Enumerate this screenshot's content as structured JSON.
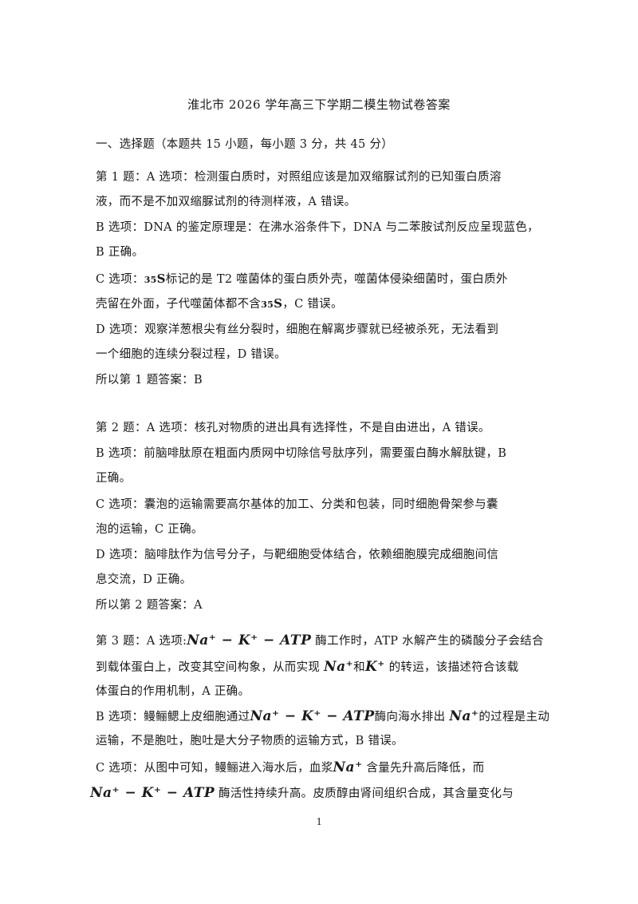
{
  "title": "淮北市 2026 学年高三下学期二模生物试卷答案",
  "section": "一、选择题（本题共 15 小题，每小题 3 分，共 45 分）",
  "q1": {
    "a1": "第 1 题：A 选项：检测蛋白质时，对照组应该是加双缩脲试剂的已知蛋白质溶",
    "a2": "液，而不是不加双缩脲试剂的待测样液，A 错误。",
    "b1": "B 选项：DNA 的鉴定原理是：在沸水浴条件下，DNA 与二苯胺试剂反应呈现蓝色，",
    "b2": "B 正确。",
    "c1_pre": "C 选项：",
    "c1_post": "标记的是 T2 噬菌体的蛋白质外壳，噬菌体侵染细菌时，蛋白质外",
    "c2_pre": "壳留在外面，子代噬菌体都不含",
    "c2_post": "，C 错误。",
    "iso_num": "35",
    "iso_sym": "S",
    "d1": "D 选项：观察洋葱根尖有丝分裂时，细胞在解离步骤就已经被杀死，无法看到",
    "d2": "一个细胞的连续分裂过程，D 错误。",
    "ans": "所以第 1 题答案：B"
  },
  "q2": {
    "a1": "第 2 题：A 选项：核孔对物质的进出具有选择性，不是自由进出，A 错误。",
    "b1": "B 选项：前脑啡肽原在粗面内质网中切除信号肽序列，需要蛋白酶水解肽键，B",
    "b2": "正确。",
    "c1": "C 选项：囊泡的运输需要高尔基体的加工、分类和包装，同时细胞骨架参与囊",
    "c2": "泡的运输，C 正确。",
    "d1": "D 选项：脑啡肽作为信号分子，与靶细胞受体结合，依赖细胞膜完成细胞间信",
    "d2": "息交流，D 正确。",
    "ans": "所以第 2 题答案：A"
  },
  "q3": {
    "pump": "Na⁺ − K⁺ − ATP",
    "na": "Na⁺",
    "k": "K⁺",
    "a1_pre": "第 3 题：A 选项:",
    "a1_post": " 酶工作时，ATP 水解产生的磷酸分子会结合",
    "a2_pre": "到载体蛋白上，改变其空间构象，从而实现 ",
    "a2_mid": "和",
    "a2_post": " 的转运，该描述符合该载",
    "a3": "体蛋白的作用机制，A 正确。",
    "b1_pre": "B 选项：鳗鲡鳃上皮细胞通过",
    "b1_mid": "酶向海水排出 ",
    "b1_post": "的过程是主动",
    "b2": "运输，不是胞吐，胞吐是大分子物质的运输方式，B 错误。",
    "c1_pre": "C 选项：从图中可知，鳗鲡进入海水后，血浆",
    "c1_post": " 含量先升高后降低，而",
    "c2_post": " 酶活性持续升高。皮质醇由肾间组织合成，其含量变化与"
  },
  "page_number": "1"
}
